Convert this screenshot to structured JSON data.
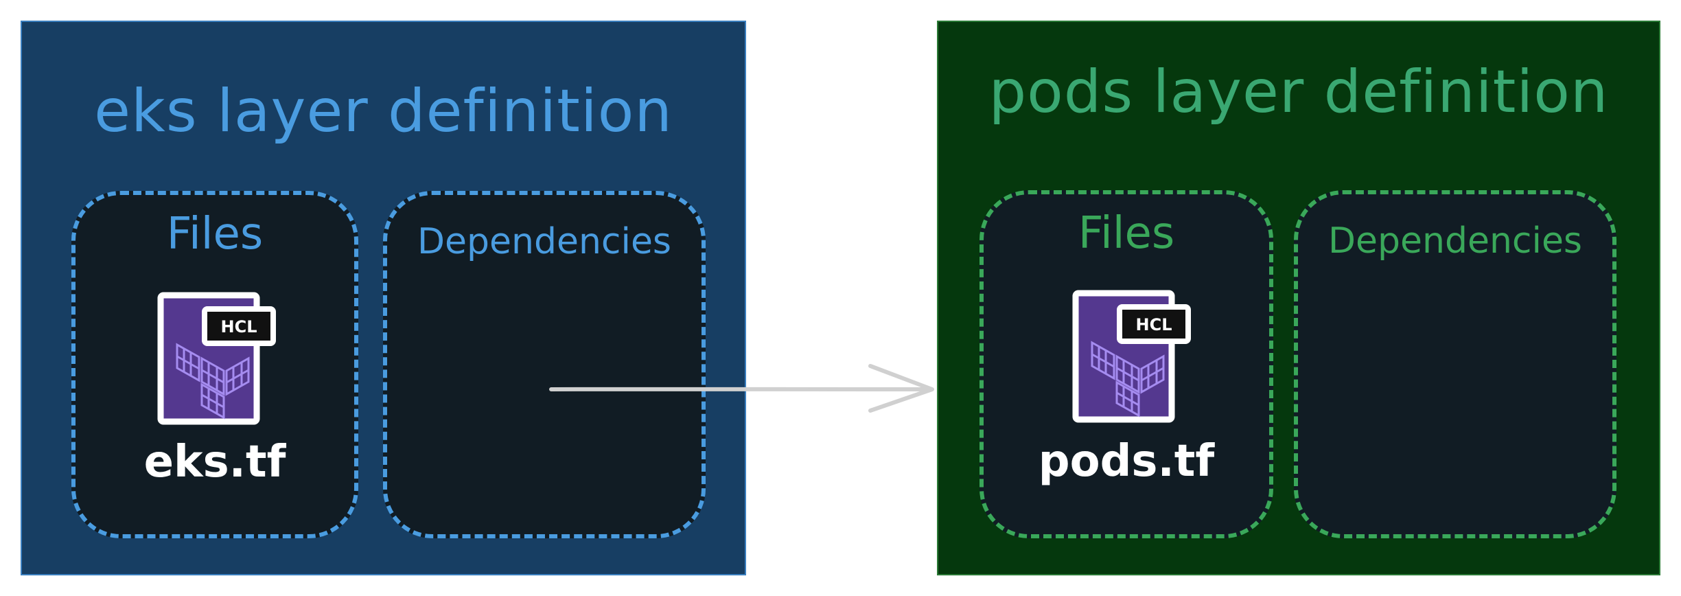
{
  "eks": {
    "title": "eks layer definition",
    "files_label": "Files",
    "deps_label": "Dependencies",
    "file_name": "eks.tf",
    "badge": "HCL",
    "accent": "#4a9ce0",
    "background": "#173e63"
  },
  "pods": {
    "title": "pods layer definition",
    "files_label": "Files",
    "deps_label": "Dependencies",
    "file_name": "pods.tf",
    "badge": "HCL",
    "accent": "#3aa85a",
    "background": "#05380d"
  },
  "edge": {
    "from": "eks-dependencies",
    "to": "pods-layer",
    "color": "#d0d0d0"
  },
  "icons": {
    "file": "terraform-file-icon"
  }
}
